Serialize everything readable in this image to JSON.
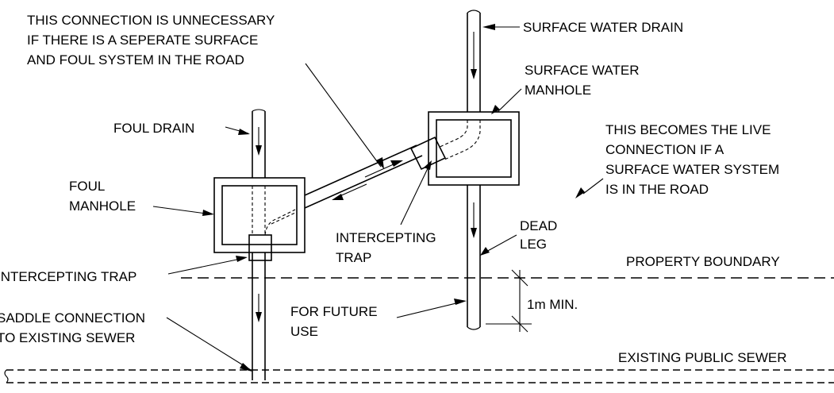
{
  "labels": {
    "connection_note_1": "THIS CONNECTION IS UNNECESSARY",
    "connection_note_2": "IF THERE IS A SEPERATE SURFACE",
    "connection_note_3": "AND FOUL SYSTEM IN THE ROAD",
    "surface_water_drain": "SURFACE WATER DRAIN",
    "surface_water_manhole_1": "SURFACE WATER",
    "surface_water_manhole_2": "MANHOLE",
    "foul_drain": "FOUL DRAIN",
    "live_connection_1": "THIS BECOMES THE LIVE",
    "live_connection_2": "CONNECTION IF A",
    "live_connection_3": "SURFACE WATER SYSTEM",
    "live_connection_4": "IS IN THE ROAD",
    "foul_manhole_1": "FOUL",
    "foul_manhole_2": "MANHOLE",
    "dead_leg_1": "DEAD",
    "dead_leg_2": "LEG",
    "intercepting_trap_right_1": "INTERCEPTING",
    "intercepting_trap_right_2": "TRAP",
    "intercepting_trap_left": "INTERCEPTING TRAP",
    "property_boundary": "PROPERTY BOUNDARY",
    "saddle_connection_1": "SADDLE CONNECTION",
    "saddle_connection_2": "TO EXISTING SEWER",
    "future_use_1": "FOR FUTURE",
    "future_use_2": "USE",
    "min_distance": "1m MIN.",
    "existing_public_sewer": "EXISTING PUBLIC SEWER"
  }
}
